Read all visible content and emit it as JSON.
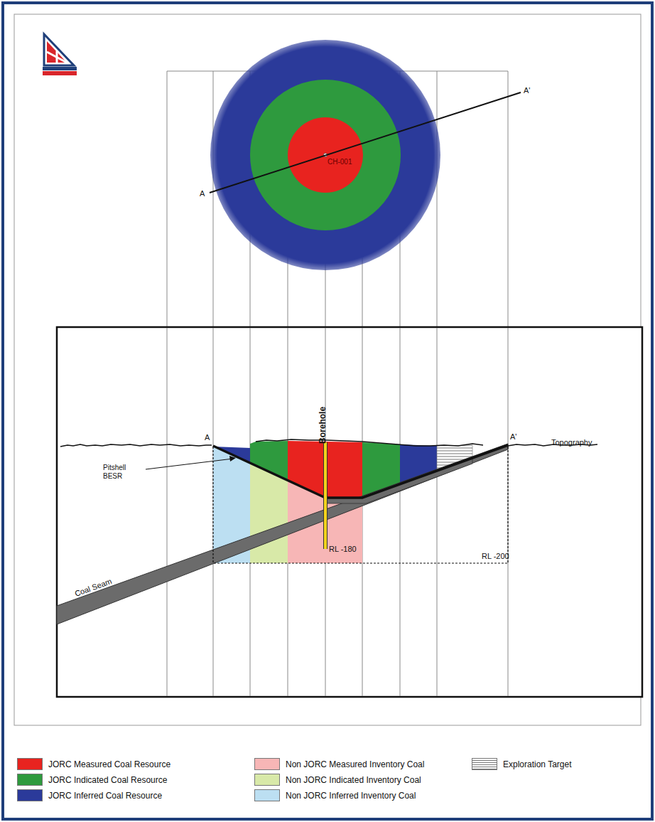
{
  "diagram": {
    "labels": [
      "A",
      "A'",
      "CH-001",
      "A",
      "A'",
      "Topography",
      "Borehole",
      "Pitshell BESR",
      "Coal Seam",
      "RL -180",
      "RL -200"
    ],
    "legend": [
      {
        "text": "JORC Measured Coal Resource",
        "color": "#e8231f"
      },
      {
        "text": "JORC Indicated Coal Resource",
        "color": "#2e9a3e"
      },
      {
        "text": "JORC Inferred Coal Resource",
        "color": "#2b3a9a"
      },
      {
        "text": "Non JORC Measured Inventory Coal",
        "color": "#f7b6b6"
      },
      {
        "text": "Non JORC Indicated Inventory Coal",
        "color": "#d8e9a8"
      },
      {
        "text": "Non JORC Inferred Inventory Coal",
        "color": "#bcdff2"
      },
      {
        "text": "Exploration Target"
      }
    ]
  }
}
